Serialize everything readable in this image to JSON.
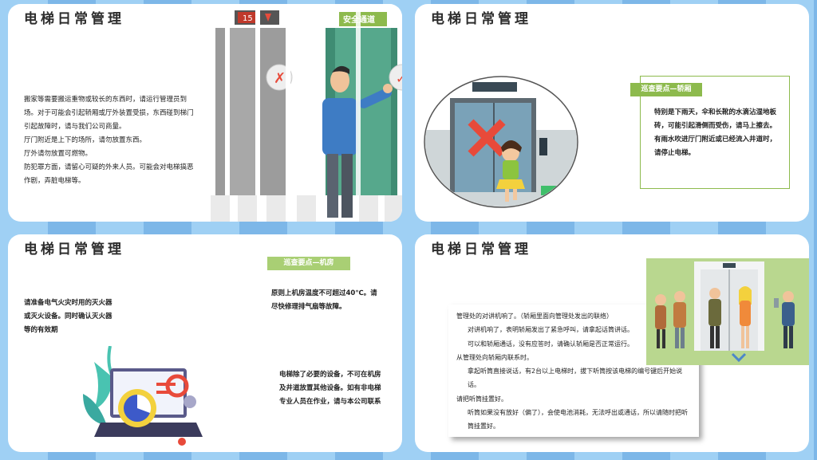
{
  "slide1": {
    "title": "电梯日常管理",
    "floor_display": "15",
    "door_sign": "安全通道",
    "paragraphs": [
      "搬家等需要搬运重物或较长的东西时，请运行管理员到场。对于可能会引起轿厢或厅外装置受损，东西碰到梯门引起故障时，请与我们公司商量。",
      "厅门附近是上下的场所，请勿放置东西。",
      "厅外请勿放置可燃物。",
      "防犯罪方面，请留心可疑的外来人员。可能会对电梯搞恶作剧，弄脏电梯等。"
    ]
  },
  "slide2": {
    "title": "电梯日常管理",
    "tag": "巡查要点—轿厢",
    "paragraphs": [
      "特别是下雨天，伞和长靴的水滴沾湿地板砖，可能引起滑倒而受伤，请马上擦去。",
      "有雨水吹进厅门附近或已经流入井道时，请停止电梯。"
    ]
  },
  "slide3": {
    "title": "电梯日常管理",
    "tag": "巡查要点—机房",
    "left_text": "请准备电气火灾时用的灭火器或灭火设备。同时确认灭火器等的有效期",
    "right_top": "原则上机房温度不可超过40℃。请尽快修理排气扇等故障。",
    "right_bottom": "电梯除了必要的设备，不可在机房及井道放置其他设备。如有非电梯专业人员在作业，请与本公司联系"
  },
  "slide4": {
    "title": "电梯日常管理",
    "lines": [
      "管理处的对讲机响了。（轿厢里面向管理处发出的联络）",
      "对讲机响了，表明轿厢发出了紧急呼叫，请拿起话筒讲话。",
      "可以和轿厢通话，没有应答时，请确认轿厢是否正常运行。",
      "从管理处向轿厢内联系时。",
      "拿起听筒直接说话，有2台以上电梯时，拔下听筒按该电梯的编号键后开始说话。",
      "请把听筒挂置好。",
      "听筒如果没有放好（偏了），会使电池消耗，无法呼出或通话，所以请随时把听筒挂置好。"
    ]
  },
  "colors": {
    "accent_green": "#8dba4d",
    "sky_blue": "#9fd0f4",
    "title_text": "#2d2d2d"
  }
}
